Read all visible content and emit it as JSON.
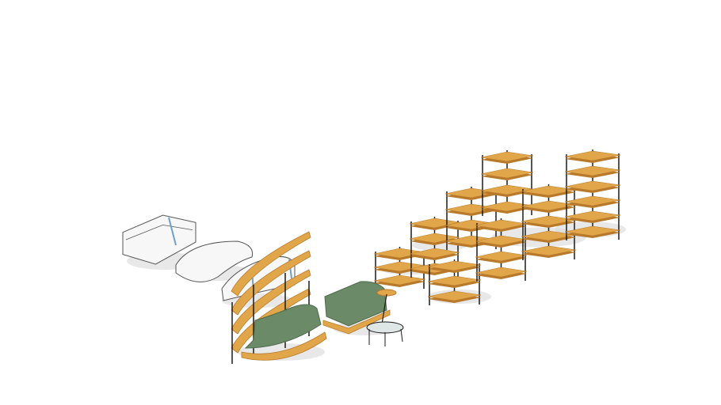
{
  "scene": {
    "background": "#ffffff",
    "colors": {
      "wood_top": "#e2a64a",
      "wood_edge": "#b87a2a",
      "frame": "#1a1a1a",
      "shadow": "#d9d9d9",
      "sofa_white": "#f7f7f7",
      "sofa_outline": "#555555",
      "sofa_accent": "#6fa0c8",
      "sofa_green": "#6b8a68",
      "sofa_green_dark": "#4f6b4d",
      "glass": "#dfe6e6"
    },
    "objects": [
      "shelving-units",
      "white-sofas",
      "green-sofas",
      "coffee-table",
      "side-table"
    ]
  }
}
